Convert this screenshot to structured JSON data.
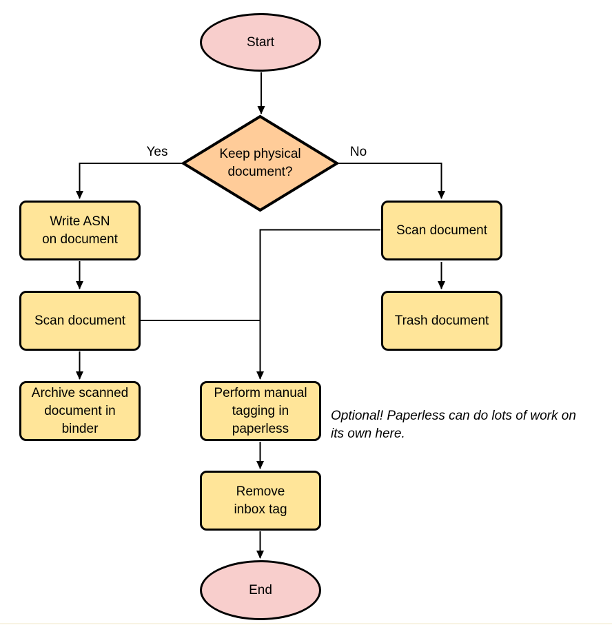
{
  "colors": {
    "background": "#ffffff",
    "terminal-fill": "#f8cecc",
    "process-fill": "#ffe599",
    "decision-fill": "#ffcc99",
    "stroke": "#000000"
  },
  "nodes": {
    "start": {
      "label": "Start"
    },
    "decision": {
      "label": [
        "Keep physical",
        "document?"
      ]
    },
    "write_asn": {
      "label": [
        "Write ASN",
        "on document"
      ]
    },
    "scan_left": {
      "label": "Scan document"
    },
    "archive": {
      "label": [
        "Archive scanned",
        "document in",
        "binder"
      ]
    },
    "scan_right": {
      "label": "Scan document"
    },
    "trash": {
      "label": "Trash document"
    },
    "tagging": {
      "label": [
        "Perform manual",
        "tagging in",
        "paperless"
      ]
    },
    "remove_inbox": {
      "label": [
        "Remove",
        "inbox tag"
      ]
    },
    "end": {
      "label": "End"
    }
  },
  "edge_labels": {
    "yes": "Yes",
    "no": "No"
  },
  "annotation": [
    "Optional! Paperless can do lots of work on",
    "its own here."
  ]
}
